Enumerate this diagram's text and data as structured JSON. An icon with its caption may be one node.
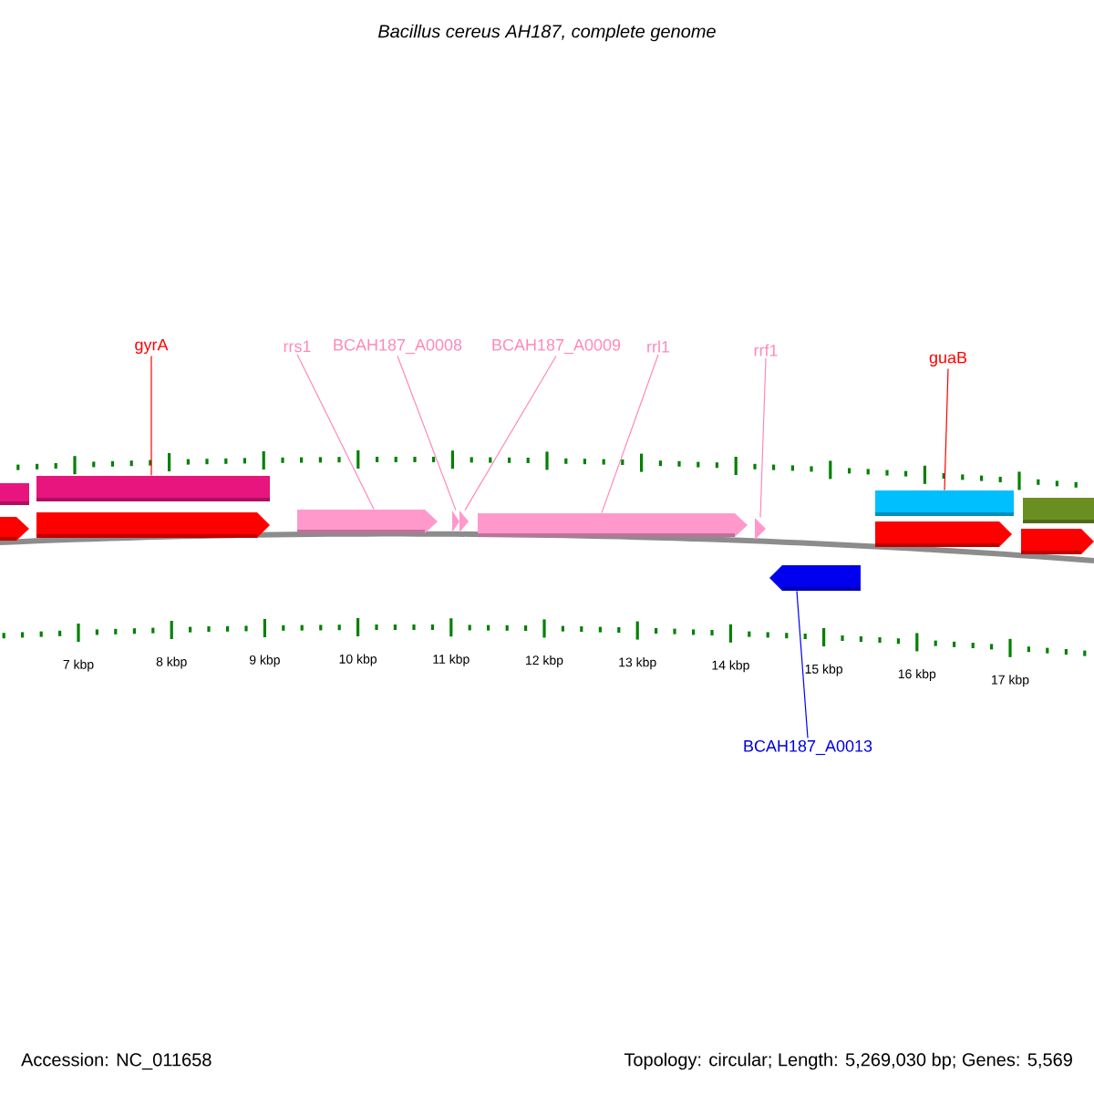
{
  "diagram": {
    "title": "Bacillus cereus AH187, complete genome",
    "nodes": [
      {
        "text": [
          "gyrA"
        ]
      },
      {
        "text": [
          "rrs1"
        ]
      },
      {
        "text": [
          "BCAH187_A0008"
        ]
      },
      {
        "text": [
          "BCAH187_A0009"
        ]
      },
      {
        "text": [
          "rrl1"
        ]
      },
      {
        "text": [
          "rrf1"
        ]
      },
      {
        "text": [
          "guaB"
        ]
      },
      {
        "text": [
          "BCAH187_A0013"
        ]
      },
      {
        "text": [],
        "shape": "bar"
      },
      {
        "text": [],
        "shape": "bar"
      },
      {
        "text": [],
        "shape": "bar"
      },
      {
        "text": [],
        "shape": "bar"
      },
      {
        "text": [],
        "shape": "pentagon"
      },
      {
        "text": [],
        "shape": "pentagon"
      },
      {
        "text": [],
        "shape": "pentagon"
      },
      {
        "text": [],
        "shape": "pentagon"
      },
      {
        "text": [],
        "shape": "pentagon"
      },
      {
        "text": [],
        "shape": "pentagon"
      },
      {
        "text": [],
        "shape": "pentagon"
      },
      {
        "text": [],
        "shape": "pentagon"
      },
      {
        "text": [],
        "shape": "pentagon"
      },
      {
        "text": [],
        "shape": "pentagon"
      }
    ],
    "edges": [
      {
        "from": 0,
        "to": 9,
        "arrow": "none",
        "color": "#ff0000"
      },
      {
        "from": 1,
        "to": 14,
        "arrow": "none"
      },
      {
        "from": 2,
        "to": 15,
        "arrow": "none"
      },
      {
        "from": 3,
        "to": 16,
        "arrow": "none"
      },
      {
        "from": 4,
        "to": 17,
        "arrow": "none"
      },
      {
        "from": 5,
        "to": 18,
        "arrow": "none"
      },
      {
        "from": 6,
        "to": 10,
        "arrow": "none",
        "color": "#ff0000"
      },
      {
        "from": 7,
        "to": 21,
        "arrow": "none",
        "color": "#0000ff"
      }
    ],
    "labels": [
      "7 kbp",
      "8 kbp",
      "9 kbp",
      "10 kbp",
      "11 kbp",
      "12 kbp",
      "13 kbp",
      "14 kbp",
      "15 kbp",
      "16 kbp",
      "17 kbp",
      "Accession: NC_011658",
      "Topology: circular; Length: 5,269,030 bp; Genes: 5,569"
    ]
  }
}
